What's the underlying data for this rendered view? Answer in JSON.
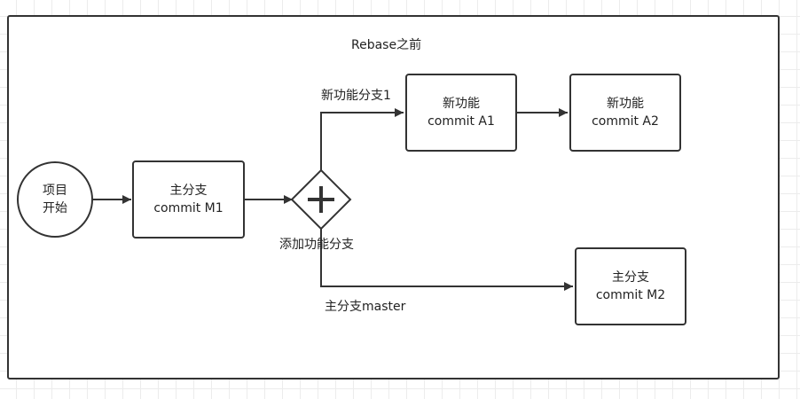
{
  "title": "Rebase之前",
  "nodes": {
    "start": {
      "line1": "项目",
      "line2": "开始"
    },
    "m1": {
      "line1": "主分支",
      "line2": "commit M1"
    },
    "a1": {
      "line1": "新功能",
      "line2": "commit A1"
    },
    "a2": {
      "line1": "新功能",
      "line2": "commit A2"
    },
    "m2": {
      "line1": "主分支",
      "line2": "commit M2"
    }
  },
  "gateway": {
    "label": "添加功能分支"
  },
  "edges": {
    "feature_branch": "新功能分支1",
    "master_branch": "主分支master"
  },
  "colors": {
    "stroke": "#333333",
    "grid": "#ececec",
    "text": "#222222"
  }
}
